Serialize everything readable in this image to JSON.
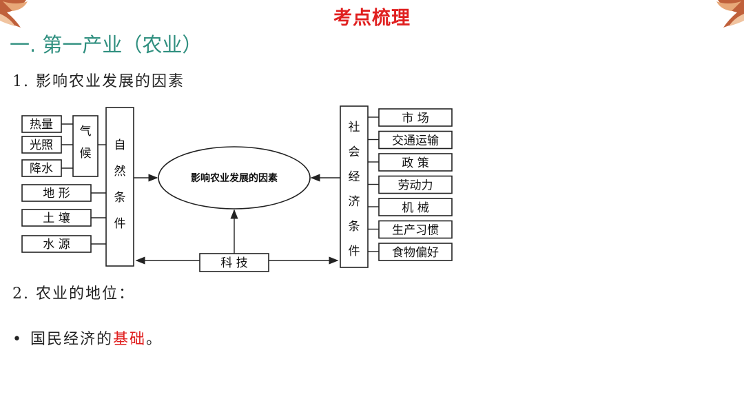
{
  "slide_title": "考点梳理",
  "section_heading": "一. 第一产业（农业）",
  "subheading_1": "1. 影响农业发展的因素",
  "diagram": {
    "center": "影响农业发展的因素",
    "climate_factors": [
      "热量",
      "光照",
      "降水"
    ],
    "climate_label": "气候",
    "other_natural_factors": [
      "地 形",
      "土 壤",
      "水 源"
    ],
    "natural_label": "自然条件",
    "social_label": "社会经济条件",
    "social_factors": [
      "市 场",
      "交通运输",
      "政 策",
      "劳动力",
      "机 械",
      "生产习惯",
      "食物偏好"
    ],
    "tech": "科 技"
  },
  "subheading_2": "2. 农业的地位：",
  "bullet": {
    "symbol": "•",
    "prefix": "国民经济的",
    "highlight": "基础",
    "suffix": "。"
  }
}
